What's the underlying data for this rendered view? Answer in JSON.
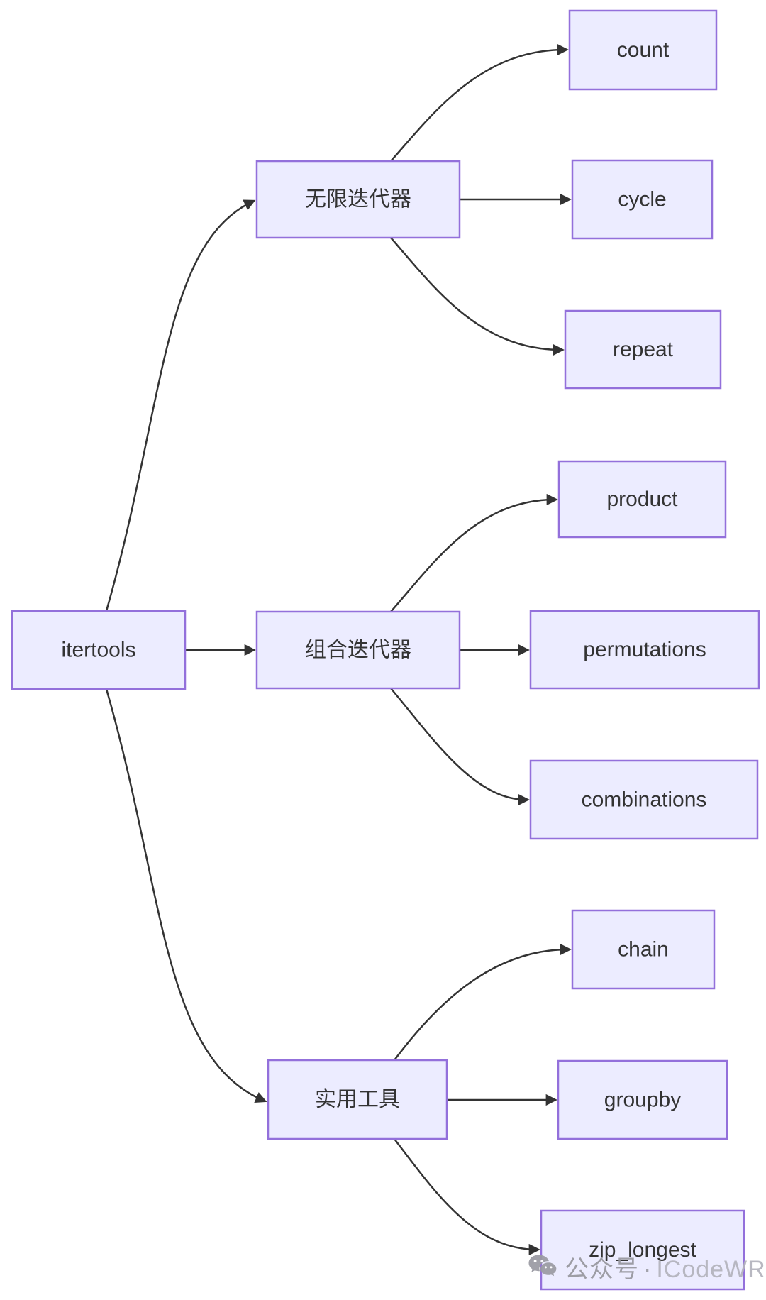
{
  "diagram": {
    "type": "flowchart-left-to-right",
    "nodes": [
      {
        "id": "itertools",
        "label": "itertools",
        "role": "root"
      },
      {
        "id": "infinite",
        "label": "无限迭代器",
        "role": "category"
      },
      {
        "id": "combinatoric",
        "label": "组合迭代器",
        "role": "category"
      },
      {
        "id": "utility",
        "label": "实用工具",
        "role": "category"
      },
      {
        "id": "count",
        "label": "count",
        "role": "function"
      },
      {
        "id": "cycle",
        "label": "cycle",
        "role": "function"
      },
      {
        "id": "repeat",
        "label": "repeat",
        "role": "function"
      },
      {
        "id": "product",
        "label": "product",
        "role": "function"
      },
      {
        "id": "permutations",
        "label": "permutations",
        "role": "function"
      },
      {
        "id": "combinations",
        "label": "combinations",
        "role": "function"
      },
      {
        "id": "chain",
        "label": "chain",
        "role": "function"
      },
      {
        "id": "groupby",
        "label": "groupby",
        "role": "function"
      },
      {
        "id": "zip_longest",
        "label": "zip_longest",
        "role": "function"
      }
    ],
    "edges": [
      {
        "from": "itertools",
        "to": "infinite"
      },
      {
        "from": "itertools",
        "to": "combinatoric"
      },
      {
        "from": "itertools",
        "to": "utility"
      },
      {
        "from": "infinite",
        "to": "count"
      },
      {
        "from": "infinite",
        "to": "cycle"
      },
      {
        "from": "infinite",
        "to": "repeat"
      },
      {
        "from": "combinatoric",
        "to": "product"
      },
      {
        "from": "combinatoric",
        "to": "permutations"
      },
      {
        "from": "combinatoric",
        "to": "combinations"
      },
      {
        "from": "utility",
        "to": "chain"
      },
      {
        "from": "utility",
        "to": "groupby"
      },
      {
        "from": "utility",
        "to": "zip_longest"
      }
    ],
    "colors": {
      "node_fill": "#ECECFF",
      "node_border": "#9370DB",
      "edge": "#333333",
      "text": "#333333"
    }
  },
  "watermark": {
    "icon": "wechat-icon",
    "prefix": "公众号",
    "separator": "·",
    "account": "ICodeWR",
    "color": "#9a9aa2"
  }
}
